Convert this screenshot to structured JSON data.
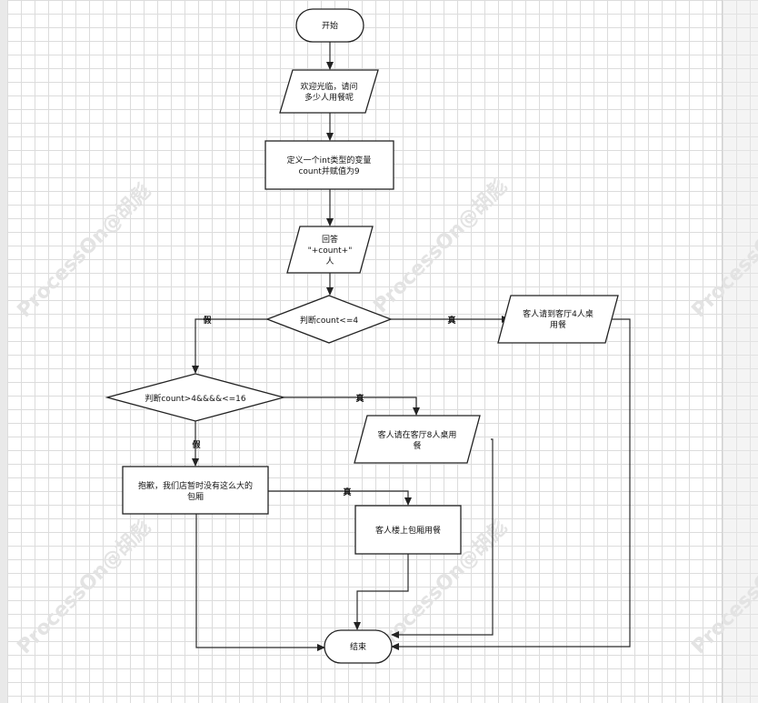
{
  "watermark": "ProcessOn@胡彪",
  "nodes": {
    "start": "开始",
    "welcome": [
      "欢迎光临，请问",
      "多少人用餐呢"
    ],
    "define": [
      "定义一个int类型的变量",
      "count并赋值为9"
    ],
    "answer": [
      "回答",
      "\"+count+\"",
      "人"
    ],
    "decision1": "判断count<=4",
    "hall4": [
      "客人请到客厅4人桌",
      "用餐"
    ],
    "decision2": "判断count>4&&&&<=16",
    "hall8": [
      "客人请在客厅8人桌用",
      "餐"
    ],
    "sorry": [
      "抱歉，我们店暂时没有这么大的",
      "包厢"
    ],
    "upstairs": "客人楼上包厢用餐",
    "end": "结束"
  },
  "edge_labels": {
    "d1_true": "真",
    "d1_false": "假",
    "d2_true": "真",
    "d2_false": "假",
    "sorry_true": "真"
  }
}
